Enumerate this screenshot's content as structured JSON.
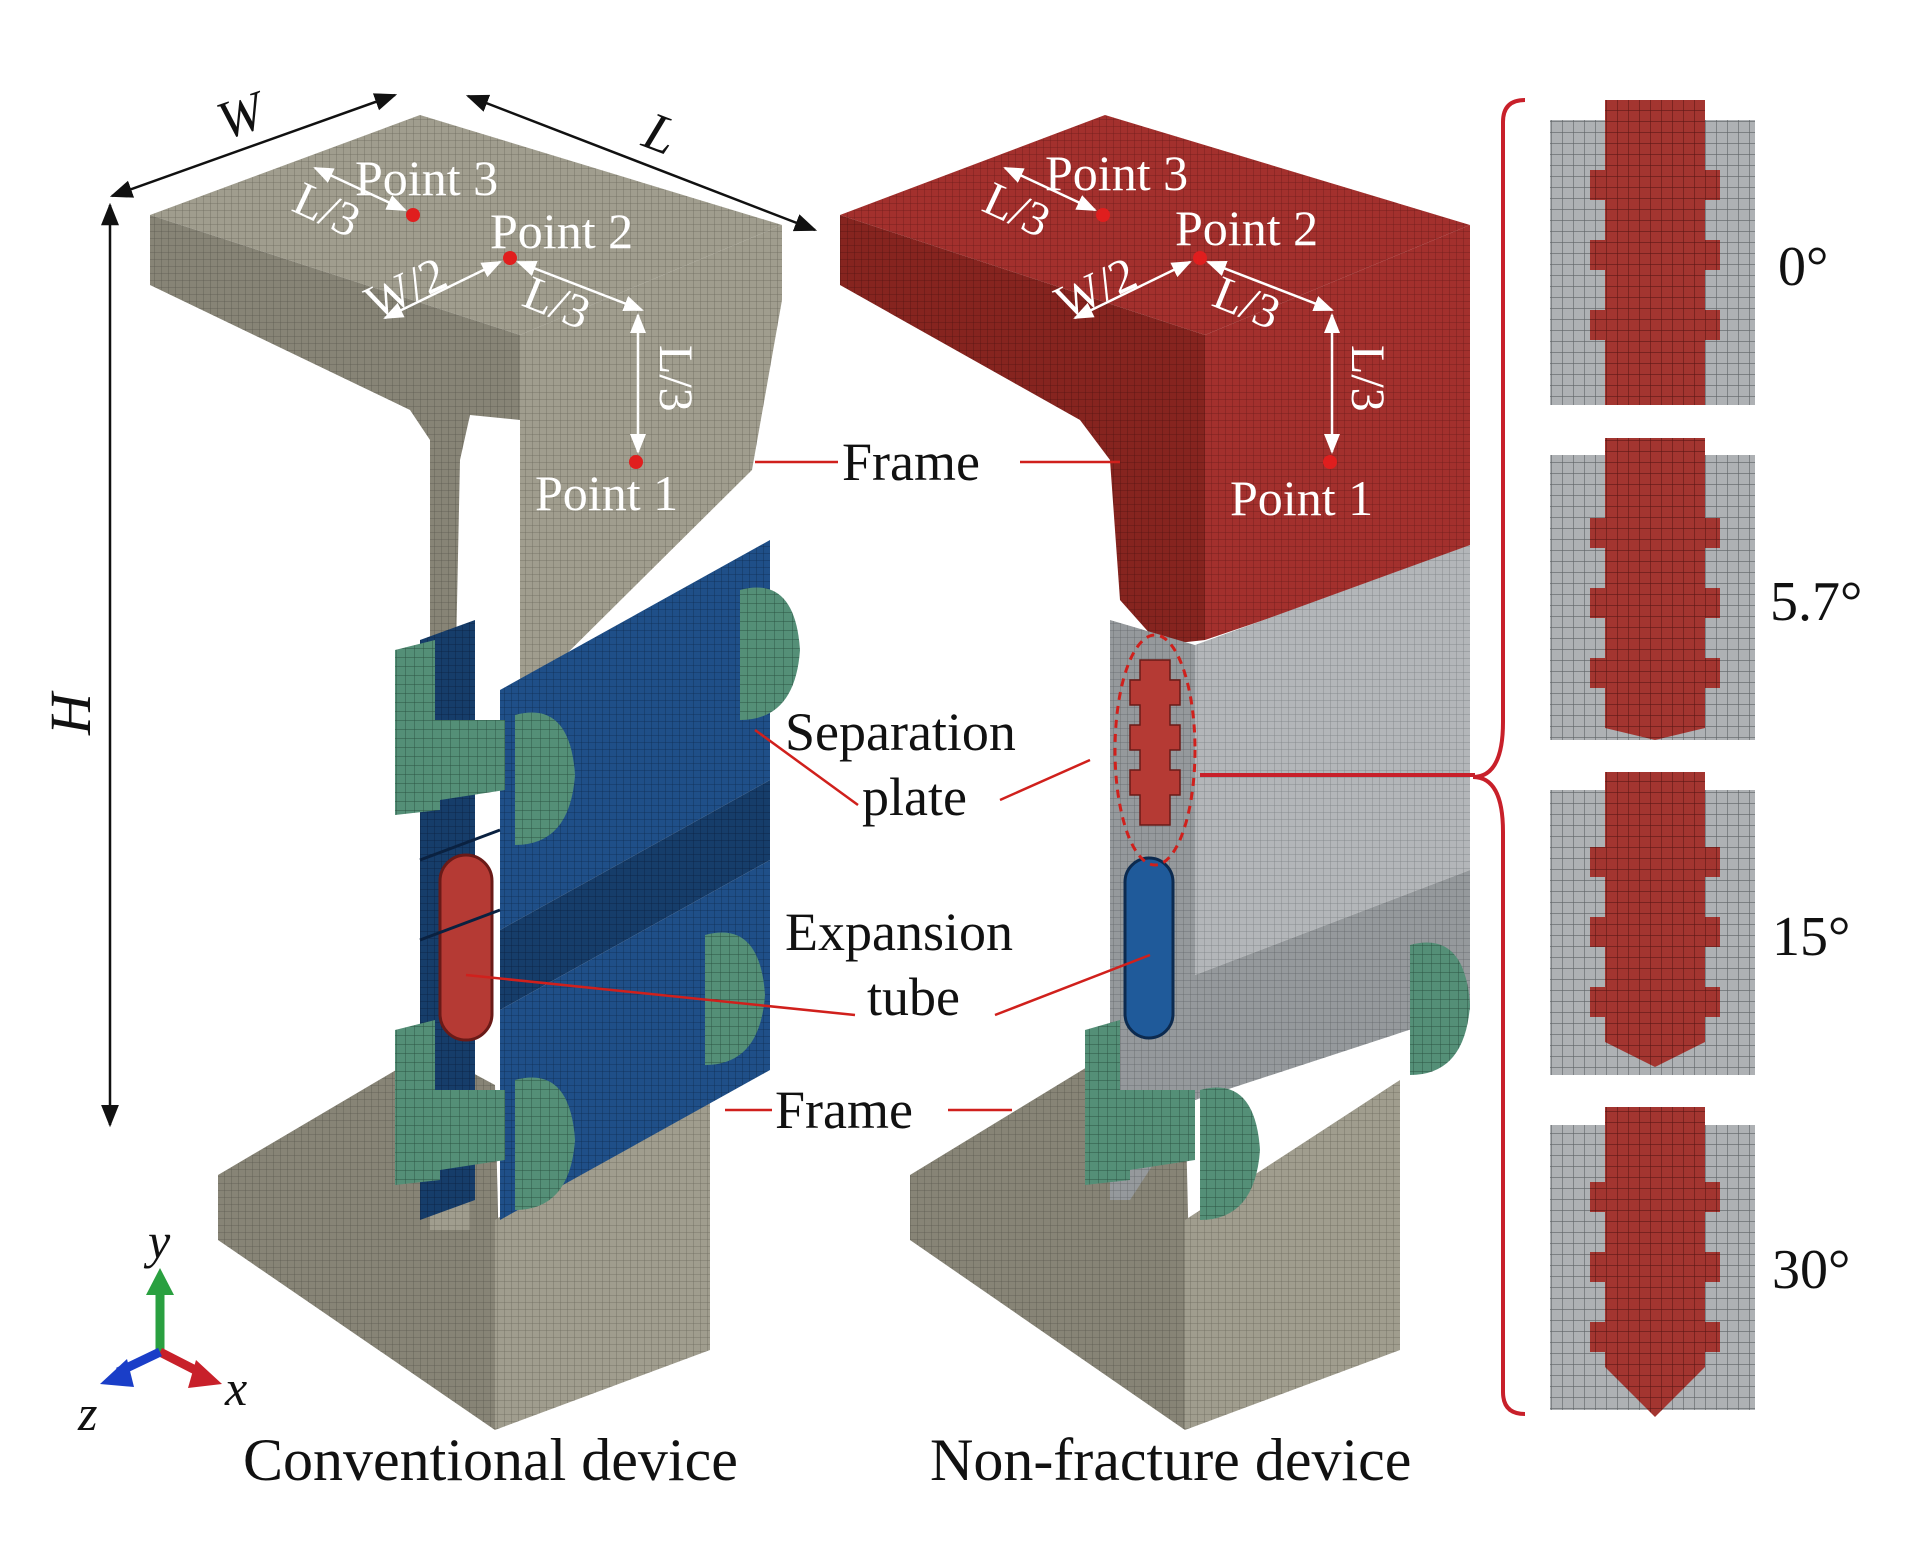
{
  "labels": {
    "dim_w": "W",
    "dim_l": "L",
    "dim_h": "H",
    "point1": "Point 1",
    "point2": "Point 2",
    "point3": "Point 3",
    "l_third": "L/3",
    "w_half": "W/2",
    "frame": "Frame",
    "separation_1": "Separation",
    "separation_2": "plate",
    "expansion_1": "Expansion",
    "expansion_2": "tube",
    "caption_left": "Conventional device",
    "caption_right": "Non-fracture device",
    "axis_x": "x",
    "axis_y": "y",
    "axis_z": "z"
  },
  "angles": [
    "0°",
    "5.7°",
    "15°",
    "30°"
  ],
  "colors": {
    "frame_grey": "#9e9b8c",
    "frame_grey_dark": "#7d7a6d",
    "frame_red": "#a0302e",
    "frame_red_dark": "#7a2220",
    "plate_blue": "#1d4e86",
    "plate_blue_dark": "#123660",
    "clamp_green": "#4f8a73",
    "clamp_green_dark": "#35644f",
    "plate_silver": "#aeb2b6",
    "tube_red": "#b53a34",
    "tube_blue": "#1f5a9a",
    "annotation_red": "#d0201c",
    "axis_x": "#c8202a",
    "axis_y": "#2aa040",
    "axis_z": "#1a3ec8"
  }
}
